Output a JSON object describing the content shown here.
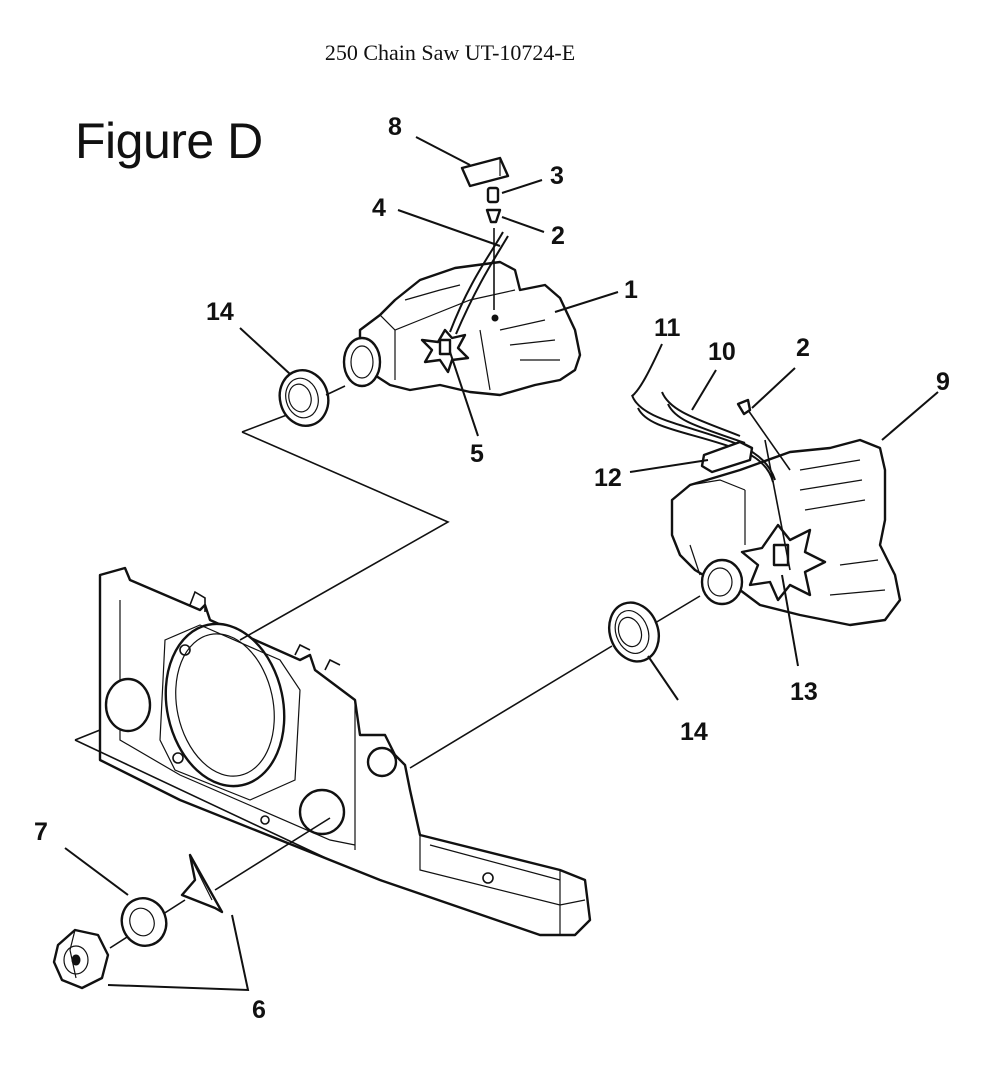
{
  "document": {
    "header": "250 Chain Saw UT-10724-E",
    "figure_title": "Figure D"
  },
  "callouts": {
    "c1": "1",
    "c2a": "2",
    "c2b": "2",
    "c3": "3",
    "c4": "4",
    "c5": "5",
    "c6": "6",
    "c7": "7",
    "c8": "8",
    "c9": "9",
    "c10": "10",
    "c11": "11",
    "c12": "12",
    "c13": "13",
    "c14a": "14",
    "c14b": "14"
  },
  "colors": {
    "ink": "#111111",
    "paper": "#ffffff"
  }
}
